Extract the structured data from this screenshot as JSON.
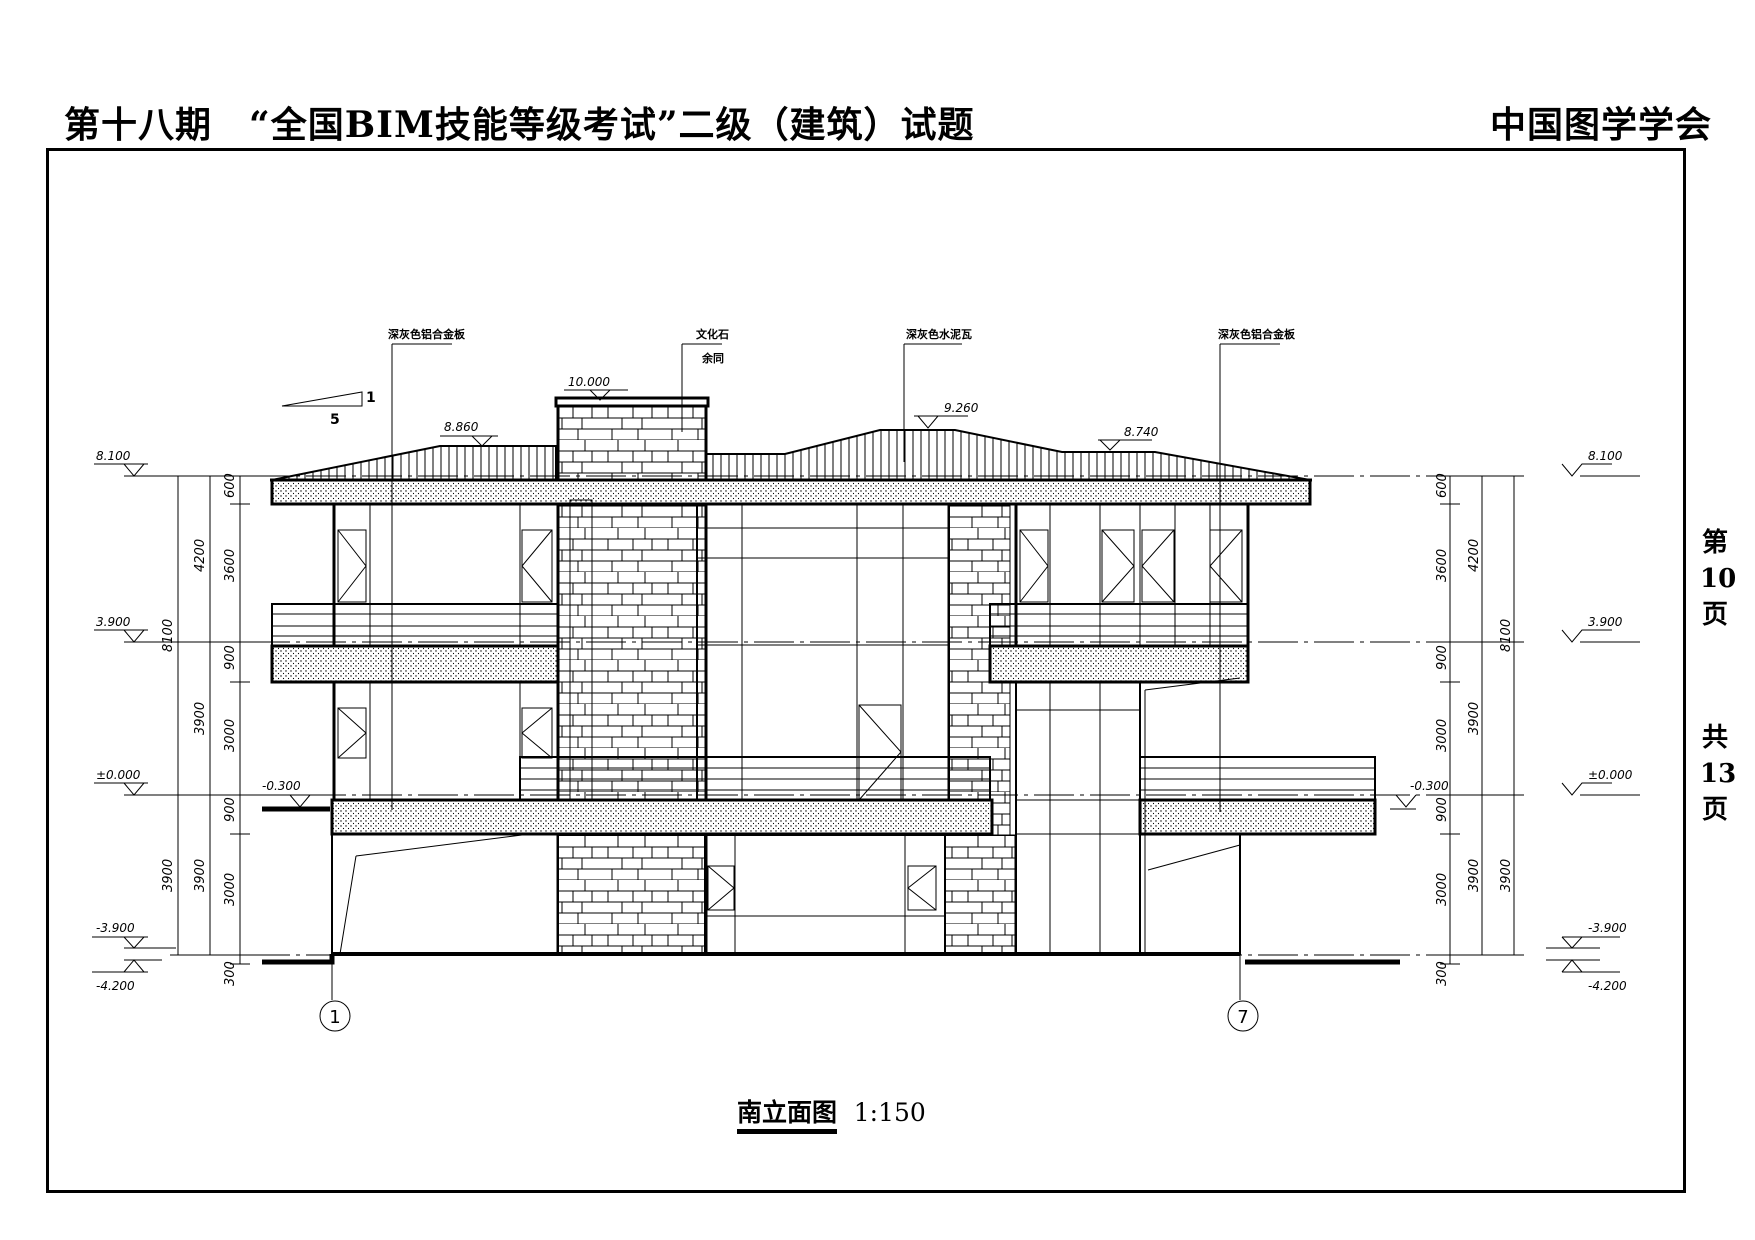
{
  "header": {
    "title": "第十八期　“全国BIM技能等级考试”二级（建筑）试题",
    "organization": "中国图学学会"
  },
  "page_info": {
    "page_label_top": "第",
    "page_number": "10",
    "page_label_unit": "页",
    "total_label": "共",
    "total_pages": "13",
    "total_label_unit": "页"
  },
  "drawing": {
    "caption": "南立面图",
    "scale": "1:150",
    "slope": {
      "rise": "1",
      "run": "5"
    },
    "material_labels": [
      {
        "text": "深灰色铝合金板"
      },
      {
        "text": "文化石",
        "subtext": "余同"
      },
      {
        "text": "深灰色水泥瓦"
      },
      {
        "text": "深灰色铝合金板"
      }
    ],
    "roof_elevations": [
      "10.000",
      "8.860",
      "9.260",
      "8.740"
    ],
    "left_levels": [
      "8.100",
      "3.900",
      "±0.000",
      "-0.300",
      "-3.900",
      "-4.200"
    ],
    "right_levels": [
      "8.100",
      "3.900",
      "±0.000",
      "-0.300",
      "-3.900",
      "-4.200"
    ],
    "dims_inner": [
      "600",
      "3600",
      "900",
      "3000",
      "900",
      "3000",
      "300"
    ],
    "dims_middle": [
      "4200",
      "3900",
      "3900"
    ],
    "dims_outer": [
      "8100",
      "3900"
    ],
    "grid_axes": [
      "1",
      "7"
    ]
  }
}
